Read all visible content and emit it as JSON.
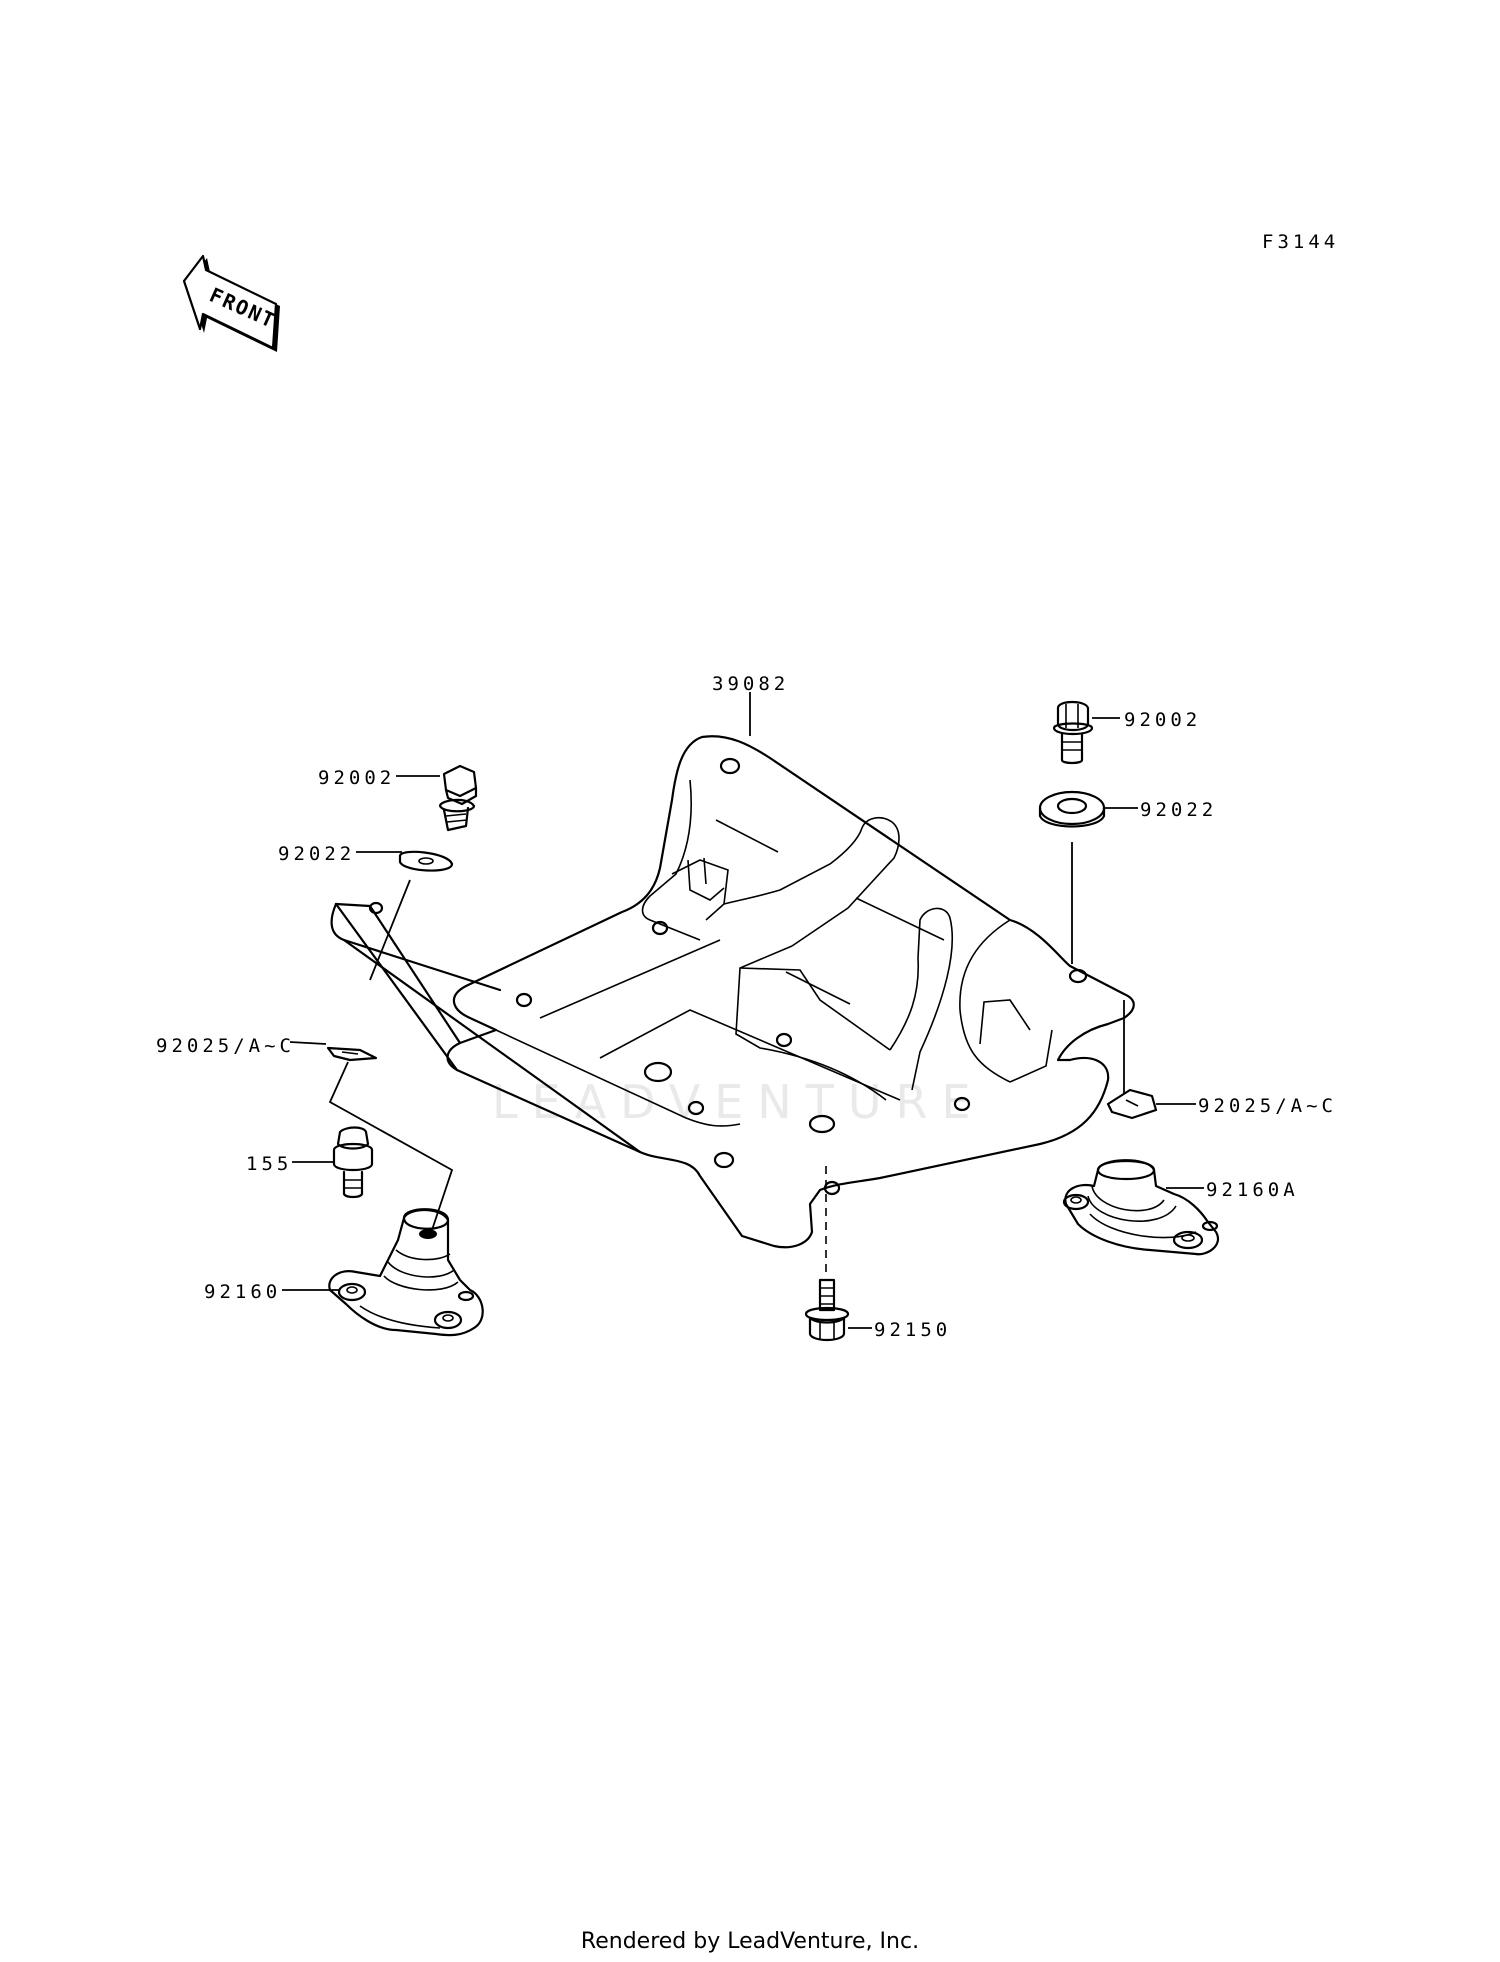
{
  "diagram": {
    "ref_code": "F3144",
    "front_label": "FRONT",
    "watermark": "LEADVENTURE",
    "footer": "Rendered by LeadVenture, Inc.",
    "callouts": {
      "frame_guard": "39082",
      "bolt_left": "92002",
      "bolt_right": "92002",
      "washer_left": "92022",
      "washer_right": "92022",
      "shim_left": "92025/A~C",
      "shim_right": "92025/A~C",
      "plug_bolt": "155",
      "mount_left": "92160",
      "mount_right": "92160A",
      "bottom_bolt": "92150"
    }
  }
}
